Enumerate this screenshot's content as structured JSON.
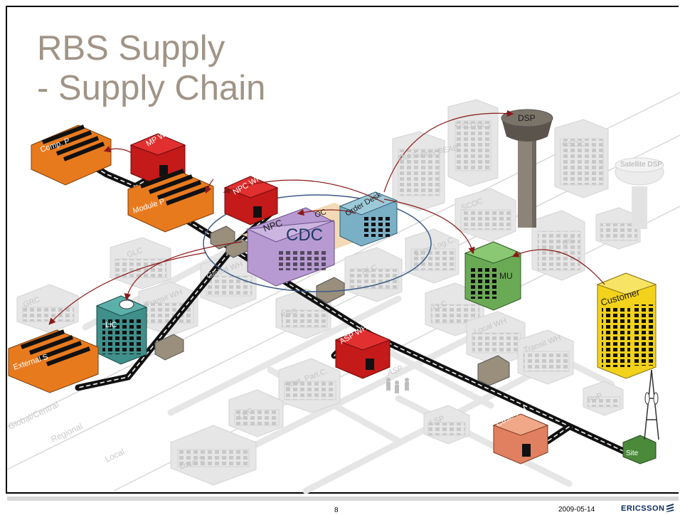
{
  "slide": {
    "title_line1": "RBS Supply",
    "title_line2": "- Supply Chain",
    "page_number": "8",
    "date": "2009-05-14",
    "brand": "ERICSSON"
  },
  "zones": [
    "Global/Central",
    "Regional",
    "Local"
  ],
  "nodes": {
    "comp_p": "Comp. P",
    "mp_wh": "MP WH",
    "module_p": "Module P",
    "npc_wh": "NPC WH",
    "npc": "NPC",
    "cdc": "CDC",
    "oc": "OC",
    "order_desk": "Order Desk",
    "dsp": "DSP",
    "satellite_dsp": "Satellite DSP",
    "gsd": "GSD (PC)",
    "gsdc": "GSDC",
    "mu_supply": "MU Supply BEAB",
    "scoc": "SCOC",
    "cic": "CIC",
    "express": "Expr. Log.C.",
    "rlc": "RLC",
    "glc": "GLC",
    "global_wh": "Global WH",
    "transit_wh_1": "Transit WH",
    "grc": "GRC",
    "lic": "LiC",
    "rrc": "RRC",
    "mu": "MU",
    "customer": "Customer",
    "llc": "LLC",
    "local_wh": "Local WH",
    "transit_wh_2": "Transit WH",
    "asp_wh": "ASP WH",
    "asp": "ASP",
    "strat_part": "Strat. Part.C.",
    "lrc": "LRC",
    "local_s": "Local S",
    "lsp": "LSP",
    "cust_wh": "Cust. WH",
    "pup": "PuP",
    "site": "Site",
    "external_s": "External S"
  },
  "colors": {
    "factory_orange": "#e87a1e",
    "warehouse_red": "#c41a1a",
    "npc_purple": "#b79ad2",
    "order_desk_blue": "#7ab0c6",
    "mu_green": "#6aaa55",
    "lic_teal": "#3f8f8a",
    "customer_yellow": "#f2d21a",
    "cust_wh_salmon": "#e08060",
    "site_green": "#4a8a3a",
    "ghost_gray": "#e4e4e4",
    "arrow_red": "#8a1a1a",
    "title_gray": "#a09486",
    "cdc_ring": "#3a5b86"
  }
}
